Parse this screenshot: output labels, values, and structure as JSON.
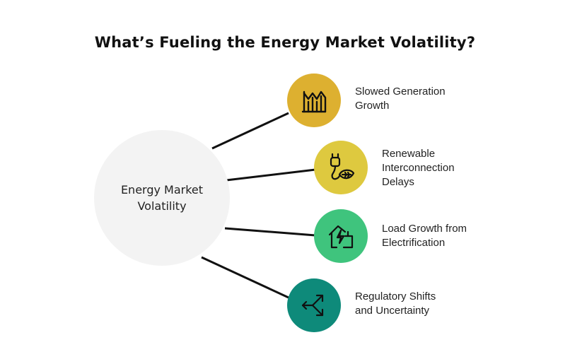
{
  "title": "What’s Fueling the Energy Market Volatility?",
  "center": {
    "label": "Energy Market Volatility"
  },
  "factors": [
    {
      "label_lines": [
        "Slowed Generation",
        "Growth"
      ],
      "color": "#ddb030",
      "icon": "industrial-chart-icon"
    },
    {
      "label_lines": [
        "Renewable",
        "Interconnection",
        "Delays"
      ],
      "color": "#dec93f",
      "icon": "plug-leaf-icon"
    },
    {
      "label_lines": [
        "Load Growth from",
        "Electrification"
      ],
      "color": "#3fc47d",
      "icon": "house-bolt-icon"
    },
    {
      "label_lines": [
        "Regulatory Shifts",
        "and Uncertainty"
      ],
      "color": "#0e8a7a",
      "icon": "diverging-arrows-icon"
    }
  ]
}
